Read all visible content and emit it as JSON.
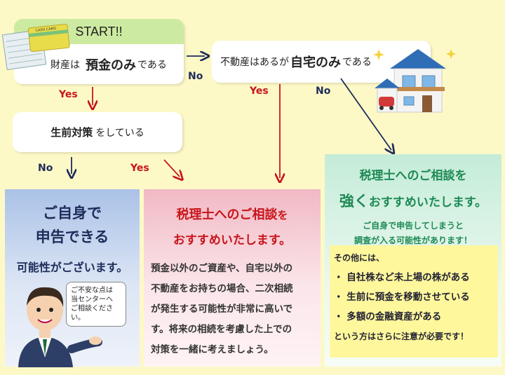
{
  "start": {
    "label": "START!!",
    "q1_pre": "財産は",
    "q1_big": "預金のみ",
    "q1_post": "である"
  },
  "q2": {
    "pre": "不動産はあるが",
    "big": "自宅のみ",
    "post": "である"
  },
  "q3": {
    "big": "生前対策",
    "post": "をしている"
  },
  "labels": {
    "yes1": "Yes",
    "no1": "No",
    "yes2": "Yes",
    "no2": "No",
    "yes3": "Yes",
    "no3": "No"
  },
  "result_self": {
    "line1": "ご自身で",
    "line2": "申告できる",
    "line3": "可能性がございます。",
    "bubble": [
      "ご不安な点は",
      "当センターへ",
      "ご相談ください。"
    ]
  },
  "result_recommend": {
    "title_a": "税理士へのご相談",
    "title_b": "を",
    "title_line2": "おすすめいたします。",
    "body": [
      "預金以外のご資産や、自宅以外の",
      "不動産をお持ちの場合、二次相続",
      "が発生する可能性が非常に高いで",
      "す。将来の相続を考慮した上での",
      "対策を一緒に考えましょう。"
    ]
  },
  "result_strong": {
    "title_line1": "税理士へのご相談を",
    "title_strong": "強く",
    "title_rest": "おすすめいたします。",
    "sub1": "ご自身で申告してしまうと",
    "sub2": "調査が入る可能性があります！",
    "list_intro": "その他には、",
    "list": [
      "・ 自社株など未上場の株がある",
      "・ 生前に預金を移動させている",
      "・ 多額の金融資産がある"
    ],
    "list_outro": "という方はさらに注意が必要です！"
  },
  "card_texts": [
    "CASH CARD"
  ],
  "colors": {
    "background": "#fdf9c7",
    "yes_red": "#c8151b",
    "no_navy": "#1e2c5a",
    "start_green": "#cdeaa1",
    "heading_green": "#1e8a54"
  }
}
